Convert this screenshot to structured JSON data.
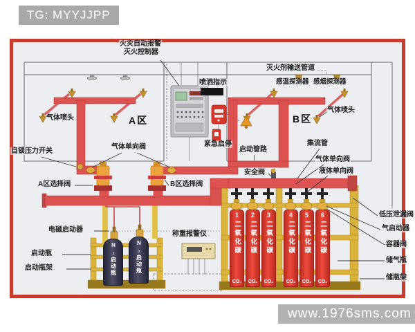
{
  "page": {
    "badge_tag": "TG: MYYJJPP",
    "watermark": "www.1976sms.com"
  },
  "colors": {
    "frame_red": "#c53b2c",
    "pipe_red": "#dc5250",
    "cylinder_red": "#e03428",
    "rack_yellow": "#d9b33c",
    "valve_gold": "#eda33b",
    "bottle_dark": "#34344a",
    "badge_gray": "#a9a9a9",
    "alarm_red": "#d9372b",
    "background": "#edeef2"
  },
  "labels": {
    "controller_line1": "火灾自动报警",
    "controller_line2": "灭火控制器",
    "delivery_pipe": "灭火剂输送管道",
    "spray_indicator": "喷洒指示",
    "temp_detector": "感温探测器",
    "smoke_detector": "感烟探测器",
    "gas_nozzle_a": "气体喷头",
    "gas_nozzle_b": "气体喷头",
    "zone_a": "A区",
    "zone_b": "B区",
    "self_locking_pressure_switch": "自锁压力开关",
    "gas_check_valve_mid": "气体单向阀",
    "emergency_start_stop": "紧急启停",
    "start_pipeline": "启动管路",
    "zone_a_selection_valve": "A区选择阀",
    "zone_b_selection_valve": "B区选择阀",
    "safety_valve": "安全阀",
    "manifold": "集流管",
    "gas_check_valve_right": "气体单向阀",
    "liquid_check_valve": "液体单向阀",
    "low_pressure_leak_valve": "低压泄漏阀",
    "gas_actuator": "气启动器",
    "container_valve": "容器阀",
    "storage_cylinder": "储气瓶",
    "storage_rack": "储瓶架",
    "solenoid_actuator": "电磁启动器",
    "starter_bottle": "启动瓶",
    "starter_bottle_rack": "启动瓶架",
    "weighing_alarm": "称重报警仪"
  },
  "cylinders": {
    "items": [
      {
        "num": "1",
        "name": "二氧化碳",
        "formula": "CO₂"
      },
      {
        "num": "2",
        "name": "二氧化碳",
        "formula": "CO₂"
      },
      {
        "num": "3",
        "name": "二氧化碳",
        "formula": "CO₂"
      },
      {
        "num": "4",
        "name": "二氧化碳",
        "formula": "CO₂"
      },
      {
        "num": "5",
        "name": "二氧化碳",
        "formula": "CO₂"
      },
      {
        "num": "6",
        "name": "二氧化碳",
        "formula": "CO₂"
      }
    ]
  },
  "starter_bottles": {
    "items": [
      {
        "text": "N₂启动瓶"
      },
      {
        "text": "N₂启动瓶"
      }
    ]
  }
}
